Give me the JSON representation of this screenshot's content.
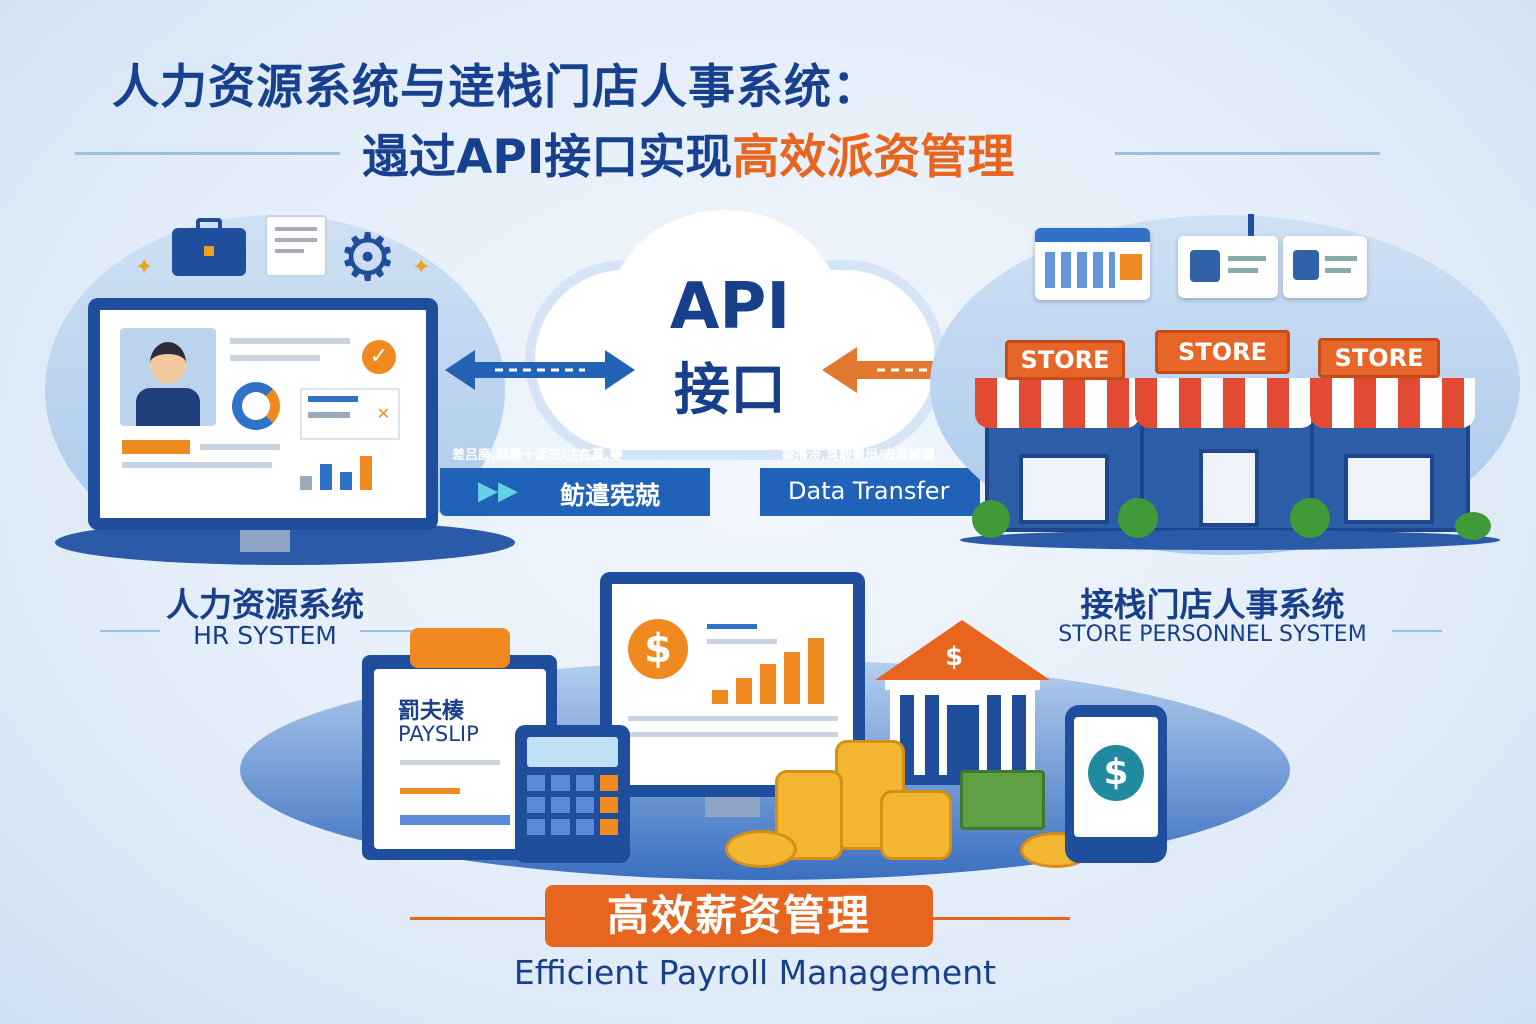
{
  "title": {
    "line1": "人力资源系统与逹栈门店人事系统：",
    "line2_prefix": "遢过API接口实现",
    "line2_highlight": "高效派资管理"
  },
  "api": {
    "label_en": "API",
    "label_cn": "接口"
  },
  "transfer_banner": {
    "small_left": "差吕廉,颟瞧十莲笼/注在蒷,虁",
    "small_right": "鎟撸涝,臭觳圕卅/去蒫鯹儷",
    "left_label": "鲂遣宪兢",
    "right_label": "Data Transfer"
  },
  "hr_system": {
    "label_cn": "人力资源系统",
    "label_en": "HR SYSTEM"
  },
  "store_system": {
    "label_cn": "接栈门店人事系统",
    "label_en": "STORE PERSONNEL SYSTEM",
    "stores": [
      "STORE",
      "STORE",
      "STORE"
    ]
  },
  "payroll": {
    "payslip_cn": "罰夫楱",
    "payslip_en": "PAYSLIP",
    "currency_symbol": "$",
    "banner_cn": "高效薪资管理",
    "banner_en": "Efficient Payroll Management"
  },
  "colors": {
    "primary": "#1f4f9c",
    "accent": "#e8651f",
    "background": "#e6eff9"
  }
}
